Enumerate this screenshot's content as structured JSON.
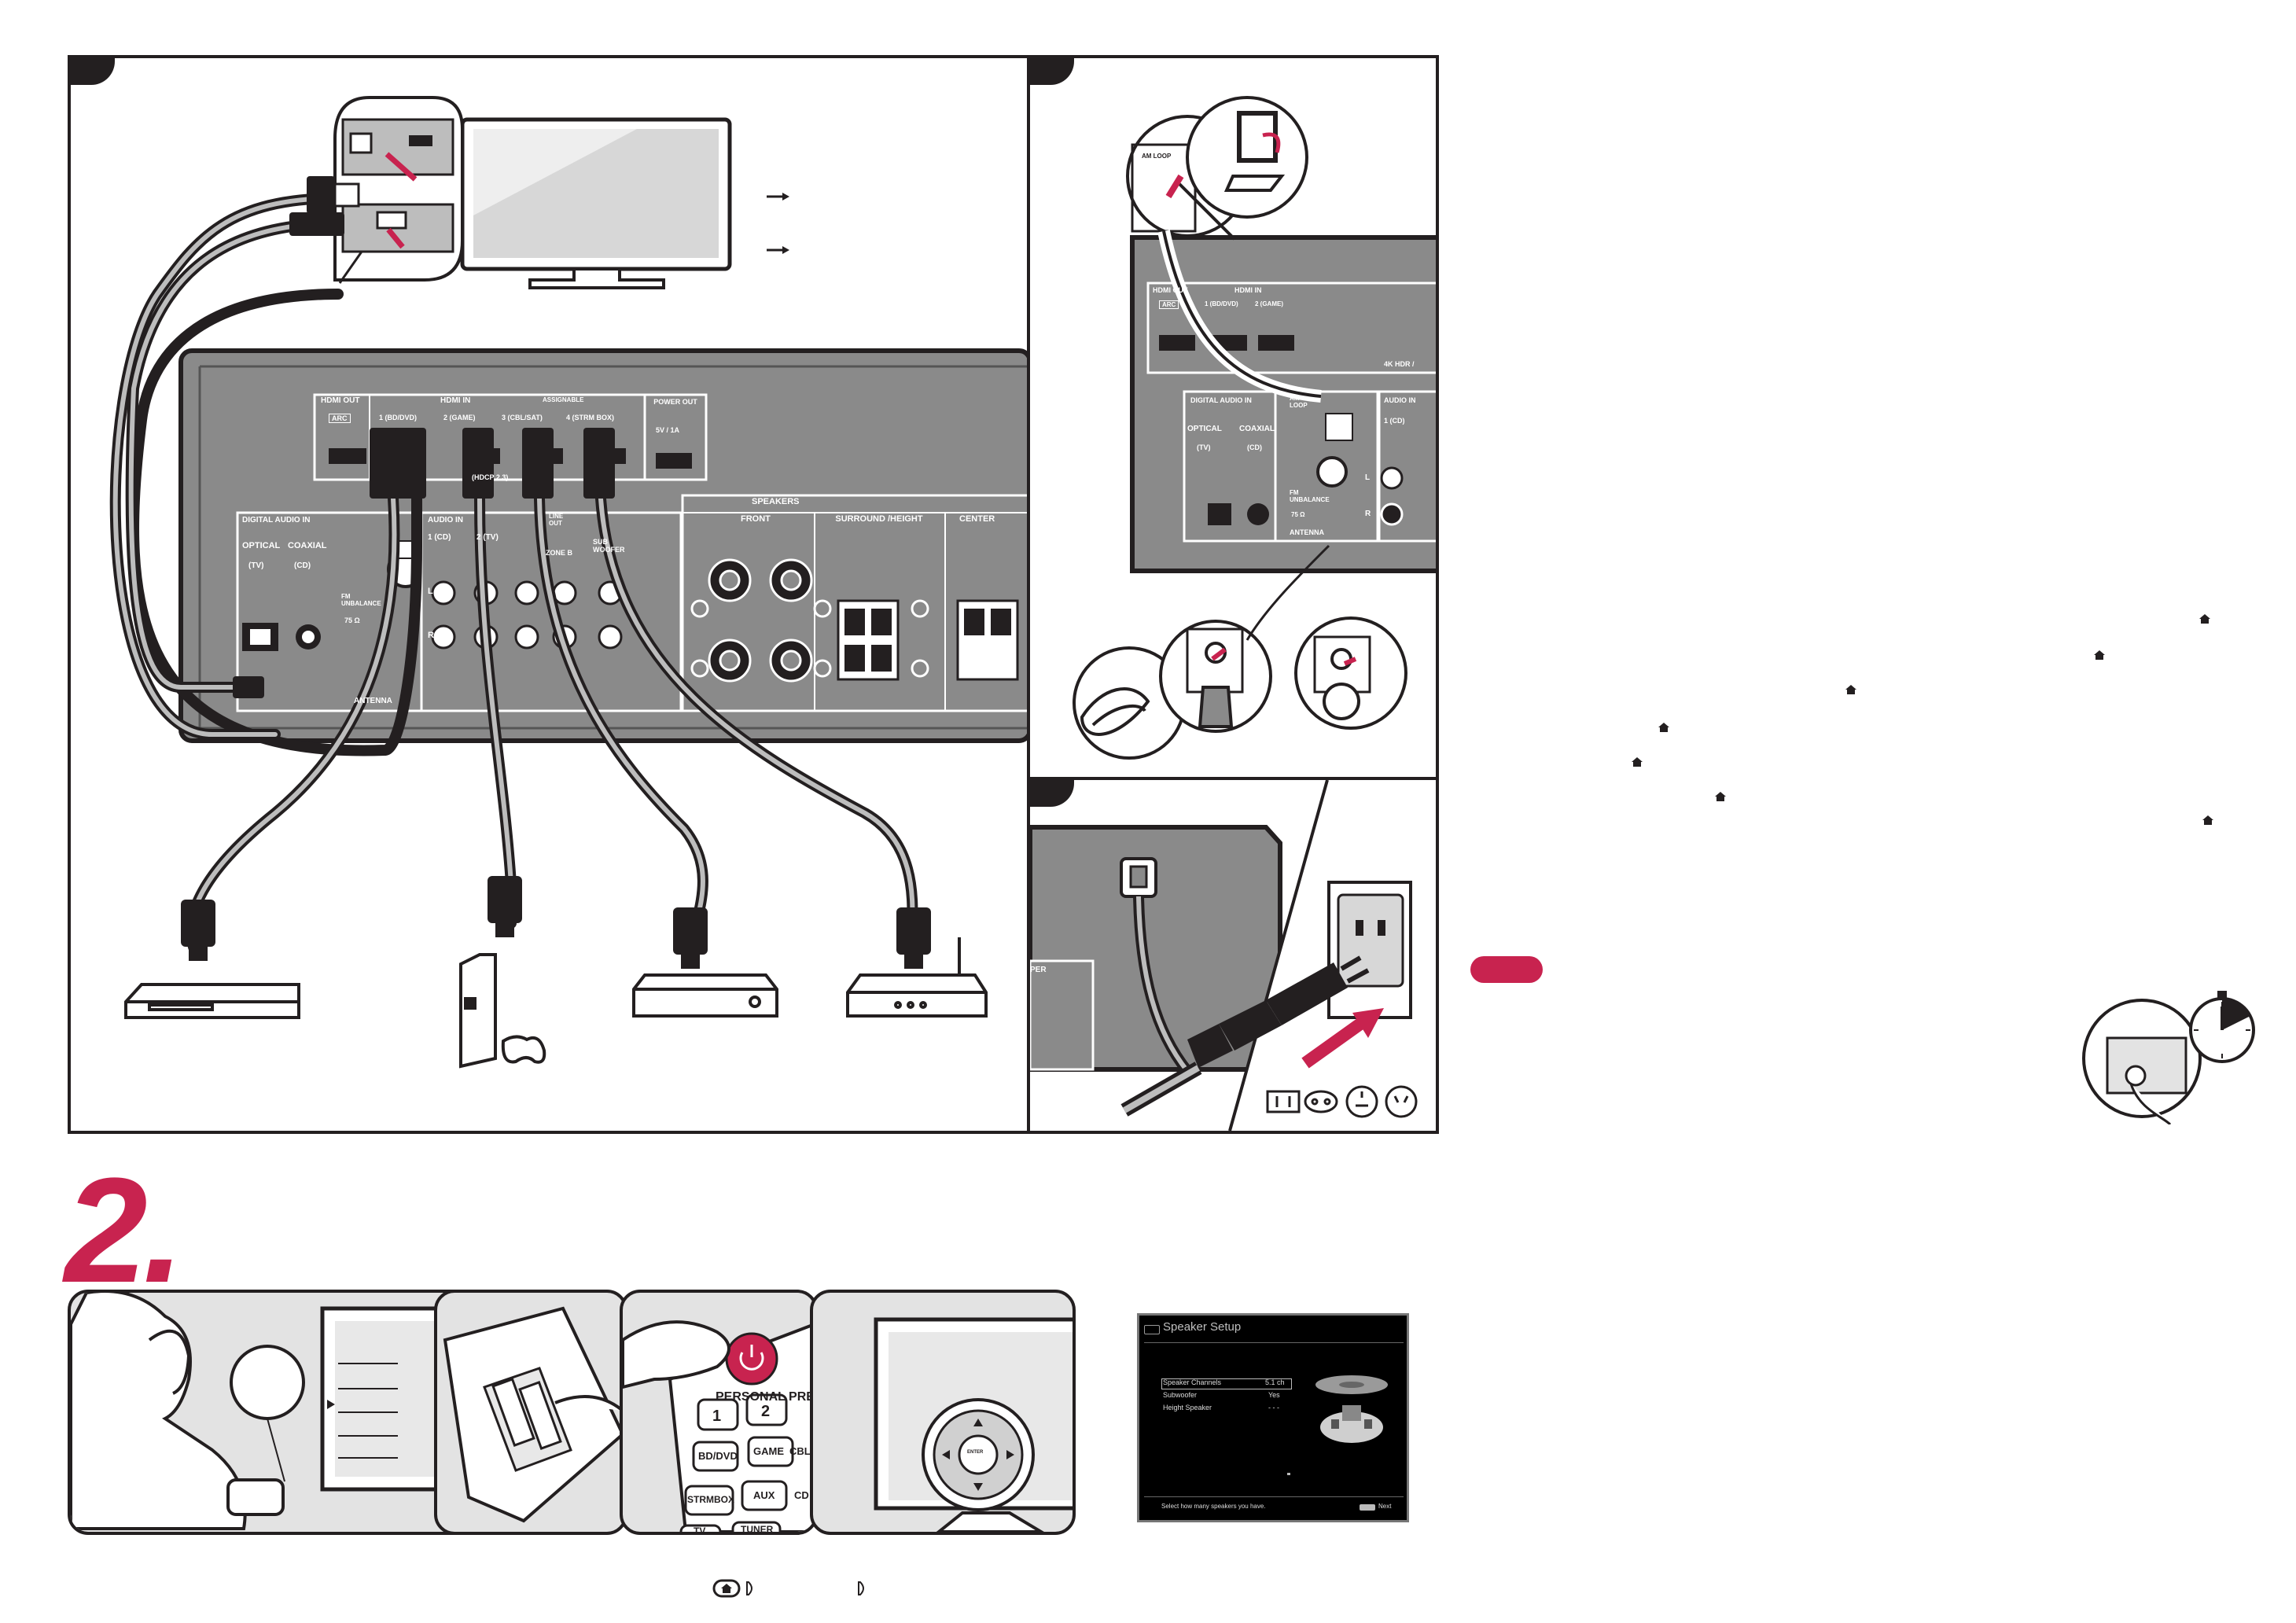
{
  "step_number": "2.",
  "receiver_panel": {
    "hdmi_out_label": "HDMI OUT",
    "arc_label": "ARC",
    "hdmi_in_label": "HDMI IN",
    "assignable_label": "ASSIGNABLE",
    "hdmi_inputs": [
      "1 (BD/DVD)",
      "2 (GAME)",
      "3 (CBL/SAT)",
      "4 (STRM BOX)"
    ],
    "power_out_label": "POWER OUT",
    "power_out_value": "5V / 1A",
    "hdcp_label": "(HDCP 2.3)",
    "digital_audio_in_label": "DIGITAL AUDIO IN",
    "optical_label": "OPTICAL",
    "optical_sub": "(TV)",
    "coaxial_label": "COAXIAL",
    "coaxial_sub": "(CD)",
    "fm_label": "FM UNBALANCE",
    "ohm_label": "75 Ω",
    "antenna_label": "ANTENNA",
    "audio_in_label": "AUDIO IN",
    "audio_inputs": [
      "1 (CD)",
      "2 (TV)"
    ],
    "line_out_label": "LINE OUT",
    "zone_label": "ZONE B",
    "subwoofer_label": "SUB WOOFER",
    "speakers_label": "SPEAKERS",
    "front_label": "FRONT",
    "surround_label": "SURROUND /HEIGHT",
    "center_label": "CENTER",
    "channel_r": "R",
    "channel_l": "L"
  },
  "detail_panel": {
    "am_loop_label": "AM LOOP",
    "hdmi_out_label": "HDMI OUT",
    "arc_label": "ARC",
    "hdmi_in_label": "HDMI IN",
    "hdmi_inputs": [
      "1 (BD/DVD)",
      "2 (GAME)"
    ],
    "hdr_label": "4K HDR / ",
    "digital_audio_label": "DIGITAL AUDIO IN",
    "optical_label": "OPTICAL",
    "optical_sub": "(TV)",
    "coaxial_label": "COAXIAL",
    "coaxial_sub": "(CD)",
    "fm_label": "FM UNBALANCE",
    "ohm_label": "75 Ω",
    "antenna_label": "ANTENNA",
    "audio_in_label": "AUDIO IN",
    "audio_input": "1 (CD)",
    "channel_l": "L",
    "channel_r": "R",
    "subwoofer_fragment": "PER"
  },
  "remote": {
    "personal_preset_label": "PERSONAL PRE",
    "preset_1": "1",
    "preset_2": "2",
    "keys": [
      "BD/DVD",
      "GAME",
      "CBL/S",
      "STRMBOX",
      "AUX",
      "CD",
      "TV",
      "TUNER"
    ],
    "enter_label": "ENTER"
  },
  "osd": {
    "title": "Speaker Setup",
    "rows": [
      {
        "label": "Speaker Channels",
        "value": "5.1 ch"
      },
      {
        "label": "Subwoofer",
        "value": "Yes"
      },
      {
        "label": "Height Speaker",
        "value": "- - -"
      }
    ],
    "hint": "Select how many speakers you have.",
    "next_label": "Next"
  },
  "colors": {
    "accent": "#c8234f",
    "panel_gray": "#8a8a8a",
    "outline": "#231f20"
  },
  "icons": [
    "home-icon",
    "play-icon",
    "stopwatch-icon",
    "plug-icon",
    "arrow-icon"
  ]
}
